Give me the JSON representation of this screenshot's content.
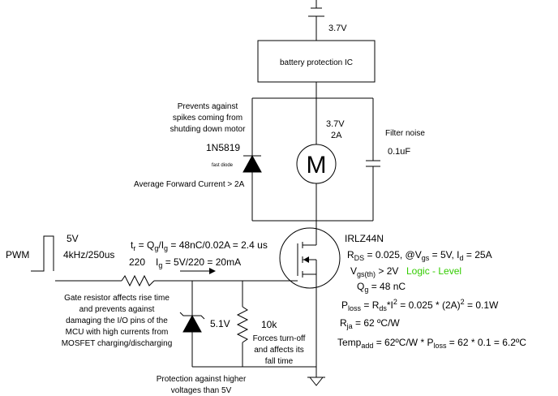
{
  "supply": {
    "voltage": "3.7V"
  },
  "battery_ic": {
    "label": "battery protection IC"
  },
  "motor": {
    "symbol": "M",
    "voltage": "3.7V",
    "current": "2A",
    "spike_note": [
      "Prevents against",
      "spikes coming from",
      "shutding down motor"
    ]
  },
  "flyback_diode": {
    "part": "1N5819",
    "type_note": "fast diode",
    "current_note": "Average Forward Current > 2A"
  },
  "filter_cap": {
    "note": "Filter noise",
    "value": "0.1uF"
  },
  "pwm": {
    "label": "PWM",
    "voltage": "5V",
    "freq": "4kHz/250us"
  },
  "gate_resistor": {
    "value": "220",
    "note": [
      "Gate resistor affects rise time",
      "and prevents against",
      "damaging the I/O pins of the",
      "MCU with high currents from",
      "MOSFET charging/discharging"
    ]
  },
  "rise_calc": {
    "tr_label": "t",
    "tr_sub": "r",
    "eq1": " = Q",
    "g_sub": "g",
    "slash": "/I",
    "rest": " = 48nC/0.02A = 2.4 us"
  },
  "gate_current": {
    "i": "I",
    "sub": "g",
    "rest": " = 5V/220 = 20mA"
  },
  "zener": {
    "voltage": "5.1V",
    "note": [
      "Protection against higher",
      "voltages than 5V"
    ]
  },
  "pulldown": {
    "value": "10k",
    "note": [
      "Forces turn-off",
      "and affects its",
      "fall time"
    ]
  },
  "mosfet": {
    "part": "IRLZ44N",
    "rds_r": "R",
    "rds_sub": "DS",
    "rds_mid": " = 0.025, @V",
    "vgs_sub": "gs",
    "rds_mid2": " = 5V, I",
    "id_sub": "d",
    "rds_end": " = 25A",
    "vth_v": "V",
    "vth_sub": "gs(th)",
    "vth_end": " > 2V",
    "logic": "Logic - Level",
    "qg_q": "Q",
    "qg_sub": "g",
    "qg_end": " = 48 nC",
    "ploss_p": "P",
    "ploss_sub": "loss",
    "ploss_eq": " = R",
    "ploss_rds": "ds",
    "ploss_i": "*I",
    "ploss_sup": "2",
    "ploss_mid": " = 0.025 * (2A)",
    "ploss_sup2": "2",
    "ploss_end": " = 0.1W",
    "rja_r": "R",
    "rja_sub": "ja",
    "rja_end": " = 62 ºC/W",
    "temp_t": "Temp",
    "temp_sub": "add",
    "temp_mid": " = 62ºC/W * P",
    "temp_sub2": "loss",
    "temp_end": " = 62 * 0.1 = 6.2ºC"
  }
}
